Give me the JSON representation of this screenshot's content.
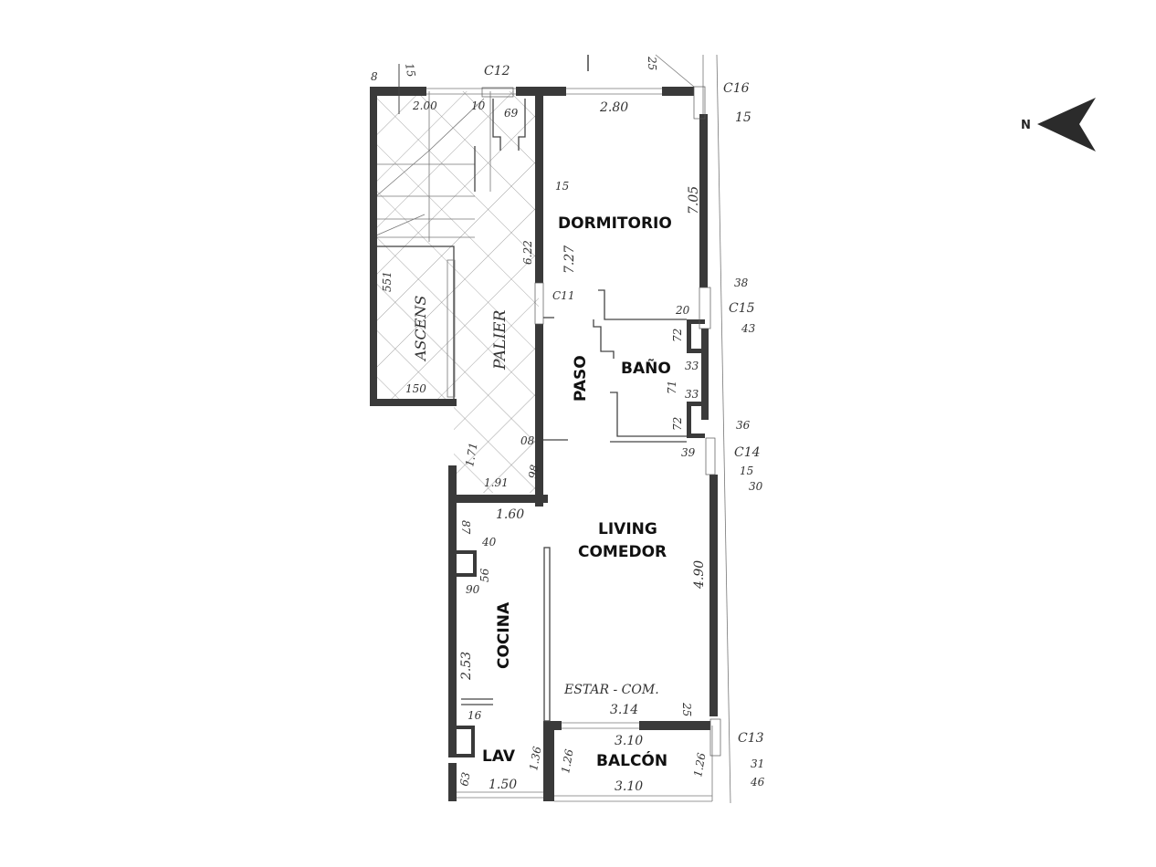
{
  "rooms": {
    "dormitorio": "DORMITORIO",
    "paso": "PASO",
    "bano": "BAÑO",
    "living_line1": "LIVING",
    "living_line2": "COMEDOR",
    "cocina": "COCINA",
    "lav": "LAV",
    "balcon": "BALCÓN"
  },
  "handwritten_labels": {
    "palier": "PALIER",
    "ascensor": "ASCENS",
    "estar_com": "ESTAR - COM."
  },
  "columns": {
    "c11": "C11",
    "c12": "C12",
    "c13": "C13",
    "c14": "C14",
    "c15": "C15",
    "c16": "C16"
  },
  "dimensions": {
    "top_b": "8",
    "top_15": "15",
    "stair_200": "2.00",
    "stair_10": "10",
    "shaft_69": "69",
    "dorm_width": "2.80",
    "top_25": "25",
    "c16_15": "15",
    "dorm_15": "15",
    "dorm_705": "7.05",
    "paso_727": "7.27",
    "palier_622": "6.22",
    "asc_551": "551",
    "asc_150": "150",
    "c15_38": "38",
    "c15_43": "43",
    "bano_20": "20",
    "bano_72a": "72",
    "bano_33a": "33",
    "bano_71": "71",
    "bano_33b": "33",
    "bano_72b": "72",
    "c14_36": "36",
    "c14_39": "39",
    "c14_15": "15",
    "c14_30": "30",
    "palier_171": "1.71",
    "palier_08": "08",
    "palier_191": "1.91",
    "palier_98": "98",
    "cocina_160": "1.60",
    "cocina_87": "87",
    "cocina_40": "40",
    "cocina_56": "56",
    "cocina_90": "90",
    "living_490": "4.90",
    "cocina_253": "2.53",
    "cocina_16": "16",
    "estar_314": "3.14",
    "estar_25": "25",
    "balcon_310_top": "3.10",
    "balcon_310_bottom": "3.10",
    "balcon_126_left": "1.26",
    "balcon_126_right": "1.26",
    "lav_136": "1.36",
    "lav_150": "1.50",
    "lav_63": "63",
    "c13_31": "31",
    "c13_46": "46"
  },
  "compass": {
    "label": "N",
    "color": "#2b2b2b"
  }
}
